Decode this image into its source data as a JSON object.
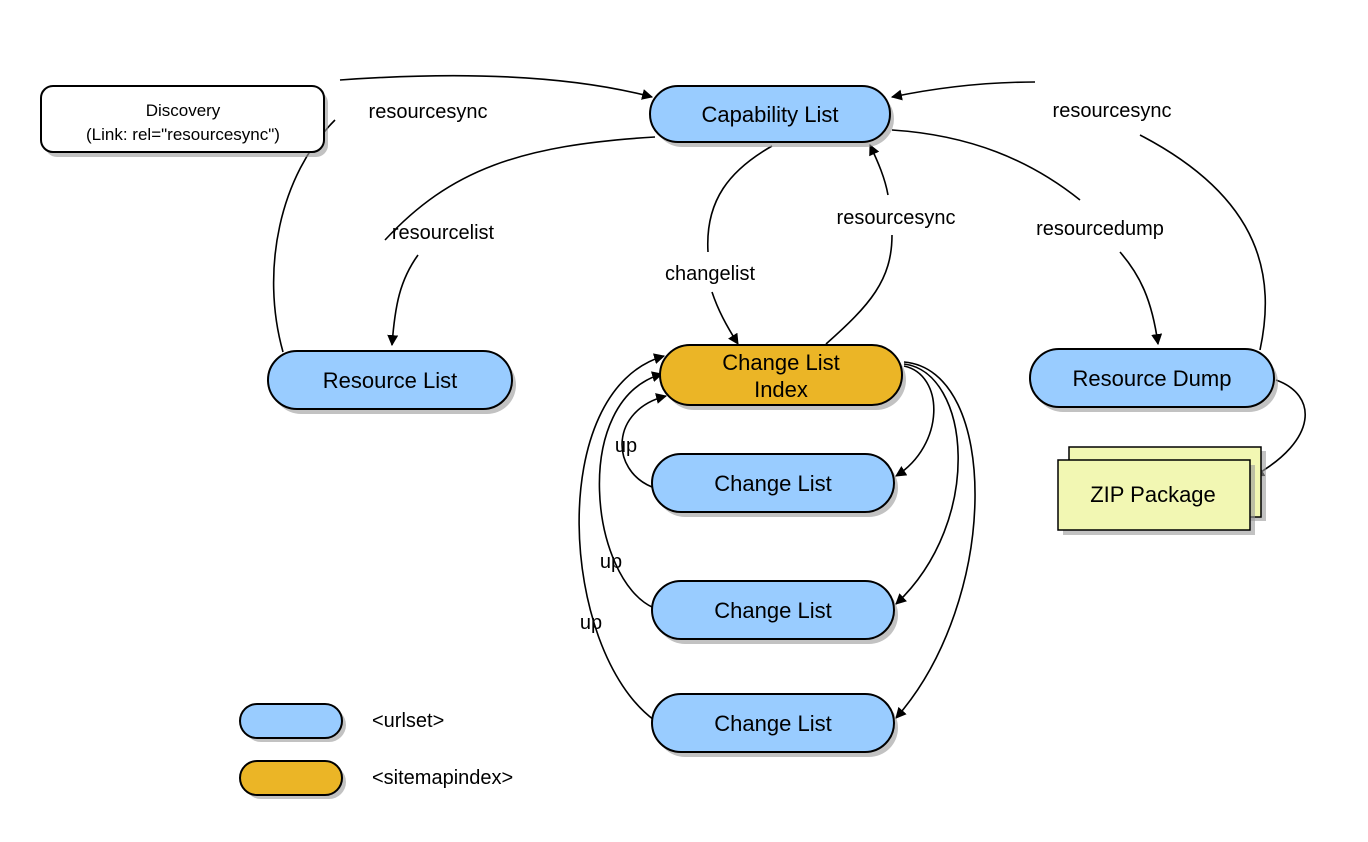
{
  "discovery": {
    "line1": "Discovery",
    "line2": "(Link: rel=\"resourcesync\")"
  },
  "nodes": {
    "capability_list": "Capability List",
    "resource_list": "Resource List",
    "change_list_index_line1": "Change List",
    "change_list_index_line2": "Index",
    "change_list": "Change List",
    "resource_dump": "Resource Dump",
    "zip_package": "ZIP Package"
  },
  "edge_labels": {
    "resourcesync": "resourcesync",
    "resourcelist": "resourcelist",
    "changelist": "changelist",
    "resourcedump": "resourcedump",
    "up": "up"
  },
  "legend": {
    "urlset": "<urlset>",
    "sitemapindex": "<sitemapindex>"
  },
  "colors": {
    "urlset": "#99ccff",
    "sitemapindex": "#ebb526",
    "zip": "#f2f7b3",
    "shadow": "#9a9a9a"
  }
}
